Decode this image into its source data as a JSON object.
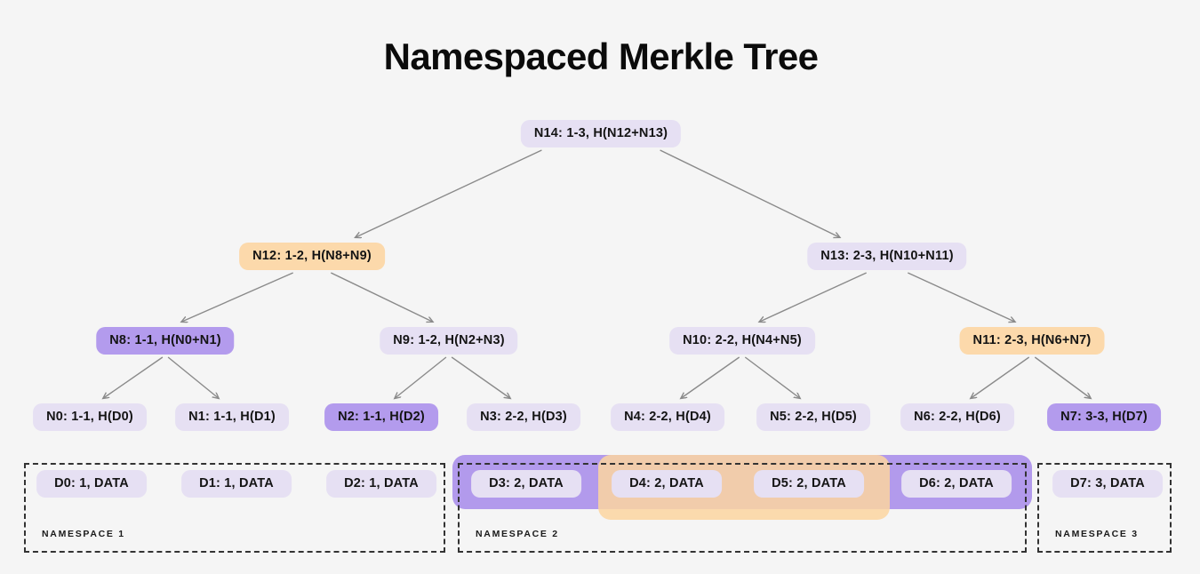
{
  "title": "Namespaced Merkle Tree",
  "colors": {
    "background": "#f5f5f5",
    "node_lavender": "#e6e0f3",
    "node_purple": "#b39bed",
    "node_orange": "#fcd9ab",
    "band_purple": "#b29aec",
    "band_orange": "rgba(252,213,160,0.85)",
    "arrow": "#8a8a8a",
    "text": "#141414",
    "namespace_border": "#333333"
  },
  "tree": {
    "nodes": {
      "N14": {
        "label": "N14: 1-3, H(N12+N13)",
        "variant": "lavender"
      },
      "N12": {
        "label": "N12: 1-2, H(N8+N9)",
        "variant": "orange"
      },
      "N13": {
        "label": "N13: 2-3, H(N10+N11)",
        "variant": "lavender"
      },
      "N8": {
        "label": "N8: 1-1, H(N0+N1)",
        "variant": "purple"
      },
      "N9": {
        "label": "N9: 1-2, H(N2+N3)",
        "variant": "lavender"
      },
      "N10": {
        "label": "N10: 2-2, H(N4+N5)",
        "variant": "lavender"
      },
      "N11": {
        "label": "N11: 2-3, H(N6+N7)",
        "variant": "orange"
      },
      "N0": {
        "label": "N0: 1-1, H(D0)",
        "variant": "lavender"
      },
      "N1": {
        "label": "N1: 1-1, H(D1)",
        "variant": "lavender"
      },
      "N2": {
        "label": "N2: 1-1, H(D2)",
        "variant": "purple"
      },
      "N3": {
        "label": "N3: 2-2, H(D3)",
        "variant": "lavender"
      },
      "N4": {
        "label": "N4: 2-2, H(D4)",
        "variant": "lavender"
      },
      "N5": {
        "label": "N5: 2-2, H(D5)",
        "variant": "lavender"
      },
      "N6": {
        "label": "N6: 2-2, H(D6)",
        "variant": "lavender"
      },
      "N7": {
        "label": "N7: 3-3, H(D7)",
        "variant": "purple"
      },
      "D0": {
        "label": "D0: 1, DATA",
        "variant": "lavender"
      },
      "D1": {
        "label": "D1: 1, DATA",
        "variant": "lavender"
      },
      "D2": {
        "label": "D2: 1, DATA",
        "variant": "lavender"
      },
      "D3": {
        "label": "D3: 2, DATA",
        "variant": "lavender"
      },
      "D4": {
        "label": "D4: 2, DATA",
        "variant": "lavender"
      },
      "D5": {
        "label": "D5: 2, DATA",
        "variant": "lavender"
      },
      "D6": {
        "label": "D6: 2, DATA",
        "variant": "lavender"
      },
      "D7": {
        "label": "D7: 3, DATA",
        "variant": "lavender"
      }
    },
    "edges": [
      {
        "from": "N14",
        "to": "N12"
      },
      {
        "from": "N14",
        "to": "N13"
      },
      {
        "from": "N12",
        "to": "N8"
      },
      {
        "from": "N12",
        "to": "N9"
      },
      {
        "from": "N13",
        "to": "N10"
      },
      {
        "from": "N13",
        "to": "N11"
      },
      {
        "from": "N8",
        "to": "N0"
      },
      {
        "from": "N8",
        "to": "N1"
      },
      {
        "from": "N9",
        "to": "N2"
      },
      {
        "from": "N9",
        "to": "N3"
      },
      {
        "from": "N10",
        "to": "N4"
      },
      {
        "from": "N10",
        "to": "N5"
      },
      {
        "from": "N11",
        "to": "N6"
      },
      {
        "from": "N11",
        "to": "N7"
      }
    ]
  },
  "namespaces": [
    {
      "label": "NAMESPACE 1",
      "members": [
        "D0",
        "D1",
        "D2"
      ]
    },
    {
      "label": "NAMESPACE 2",
      "members": [
        "D3",
        "D4",
        "D5",
        "D6"
      ]
    },
    {
      "label": "NAMESPACE 3",
      "members": [
        "D7"
      ]
    }
  ]
}
